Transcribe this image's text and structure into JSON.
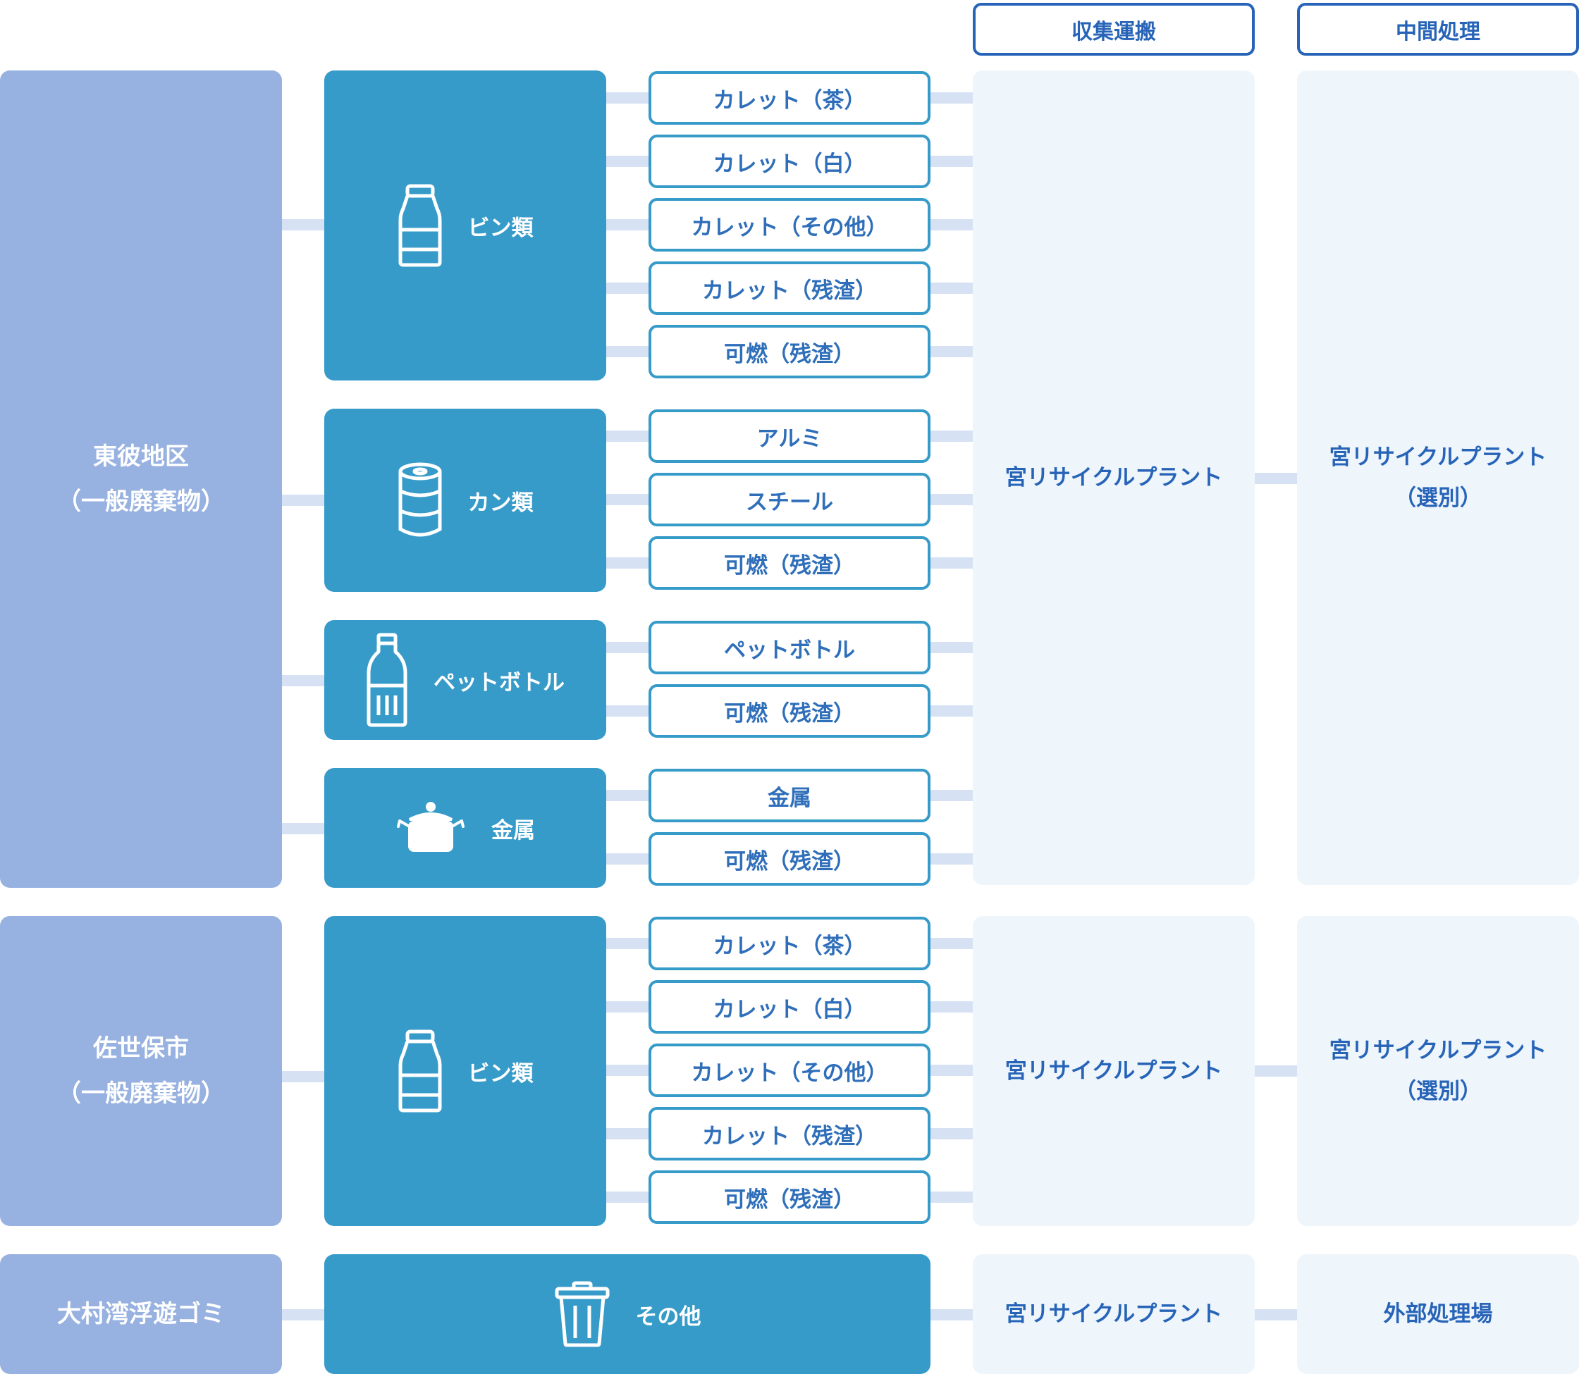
{
  "headers": {
    "collection": "収集運搬",
    "intermediate": "中間処理"
  },
  "sources": {
    "higashisonogi": {
      "line1": "東彼地区",
      "line2": "（一般廃棄物）"
    },
    "sasebo": {
      "line1": "佐世保市",
      "line2": "（一般廃棄物）"
    },
    "omura_bay": {
      "line1": "大村湾浮遊ゴミ"
    }
  },
  "categories": {
    "bottles_1": {
      "label": "ビン類",
      "icon": "bottle-icon"
    },
    "cans": {
      "label": "カン類",
      "icon": "can-icon"
    },
    "pet": {
      "label": "ペットボトル",
      "icon": "pet-bottle-icon"
    },
    "metal": {
      "label": "金属",
      "icon": "pot-icon"
    },
    "bottles_2": {
      "label": "ビン類",
      "icon": "bottle-icon"
    },
    "other": {
      "label": "その他",
      "icon": "trash-can-icon"
    }
  },
  "subitems": {
    "bottles_1": [
      "カレット（茶）",
      "カレット（白）",
      "カレット（その他）",
      "カレット（残渣）",
      "可燃（残渣）"
    ],
    "cans": [
      "アルミ",
      "スチール",
      "可燃（残渣）"
    ],
    "pet": [
      "ペットボトル",
      "可燃（残渣）"
    ],
    "metal": [
      "金属",
      "可燃（残渣）"
    ],
    "bottles_2": [
      "カレット（茶）",
      "カレット（白）",
      "カレット（その他）",
      "カレット（残渣）",
      "可燃（残渣）"
    ]
  },
  "collection": {
    "group1": "宮リサイクルプラント",
    "group2": "宮リサイクルプラント",
    "group3": "宮リサイクルプラント"
  },
  "intermediate": {
    "group1": {
      "line1": "宮リサイクルプラント",
      "line2": "（選別）"
    },
    "group2": {
      "line1": "宮リサイクルプラント",
      "line2": "（選別）"
    },
    "group3": {
      "line1": "外部処理場"
    }
  },
  "colors": {
    "source_bg": "#97b1e0",
    "category_bg": "#379bc9",
    "subitem_border": "#379bc9",
    "header_border": "#2764b8",
    "process_bg": "#eef5fb",
    "connector": "#d6e2f4"
  }
}
